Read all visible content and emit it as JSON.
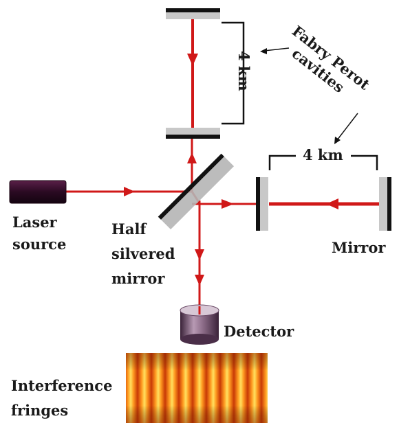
{
  "labels": {
    "fabry_perot_line1": "Fabry Perot",
    "fabry_perot_line2": "cavities",
    "arm_length_vertical": "4 km",
    "arm_length_horizontal": "4 km",
    "laser_line1": "Laser",
    "laser_line2": "source",
    "half_line1": "Half",
    "half_line2": "silvered",
    "half_line3": "mirror",
    "mirror": "Mirror",
    "detector": "Detector",
    "fringes_line1": "Interference",
    "fringes_line2": "fringes"
  },
  "colors": {
    "beam": "#d01818",
    "mirror_face": "#c8c8c8",
    "mirror_edge": "#111111",
    "laser_body": "#3a1030",
    "detector_body": "#5a3a55",
    "fringe_dark": "#c03a08",
    "fringe_light": "#ffd040"
  },
  "icons": [
    "laser-source-icon",
    "beam-splitter-icon",
    "detector-icon",
    "mirror-icon"
  ]
}
